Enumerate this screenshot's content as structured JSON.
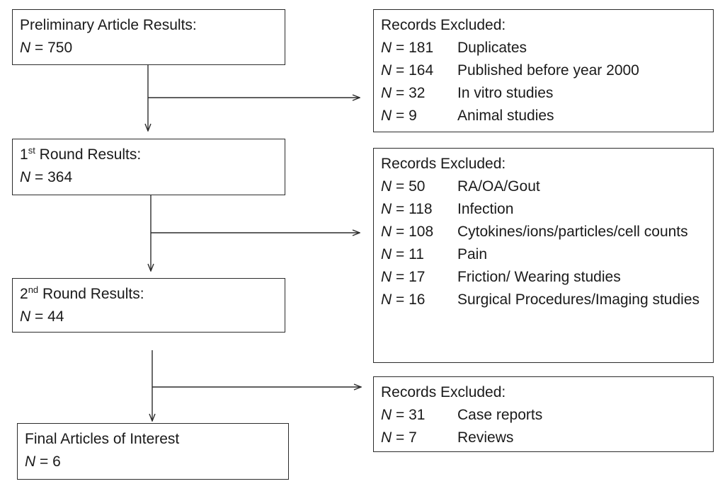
{
  "stages": [
    {
      "prefix": "Preliminary Article Results:",
      "sup": "",
      "suffix": "",
      "n_label": "N",
      "n_value": "= 750"
    },
    {
      "prefix": "1",
      "sup": "st",
      "suffix": " Round Results:",
      "n_label": "N",
      "n_value": "= 364"
    },
    {
      "prefix": "2",
      "sup": "nd",
      "suffix": " Round Results:",
      "n_label": "N",
      "n_value": "= 44"
    },
    {
      "prefix": "Final Articles of Interest",
      "sup": "",
      "suffix": "",
      "n_label": "N",
      "n_value": "= 6"
    }
  ],
  "exclusions": [
    {
      "header": "Records Excluded:",
      "rows": [
        {
          "n_label": "N",
          "n_value": "= 181",
          "reason": "Duplicates"
        },
        {
          "n_label": "N",
          "n_value": "= 164",
          "reason": "Published before year 2000"
        },
        {
          "n_label": "N",
          "n_value": "= 32",
          "reason": "In vitro studies"
        },
        {
          "n_label": "N",
          "n_value": "= 9",
          "reason": "Animal studies"
        }
      ]
    },
    {
      "header": "Records Excluded:",
      "rows": [
        {
          "n_label": "N",
          "n_value": "= 50",
          "reason": "RA/OA/Gout"
        },
        {
          "n_label": "N",
          "n_value": "= 118",
          "reason": "Infection"
        },
        {
          "n_label": "N",
          "n_value": "= 108",
          "reason": "Cytokines/ions/particles/cell counts"
        },
        {
          "n_label": "N",
          "n_value": "= 11",
          "reason": "Pain"
        },
        {
          "n_label": "N",
          "n_value": "= 17",
          "reason": "Friction/ Wearing studies"
        },
        {
          "n_label": "N",
          "n_value": "= 16",
          "reason": "Surgical Procedures/Imaging studies"
        }
      ]
    },
    {
      "header": "Records Excluded:",
      "rows": [
        {
          "n_label": "N",
          "n_value": "= 31",
          "reason": "Case reports"
        },
        {
          "n_label": "N",
          "n_value": "= 7",
          "reason": "Reviews"
        }
      ]
    }
  ],
  "colors": {
    "stroke": "#2b2b2b",
    "text": "#1a1a1a"
  }
}
